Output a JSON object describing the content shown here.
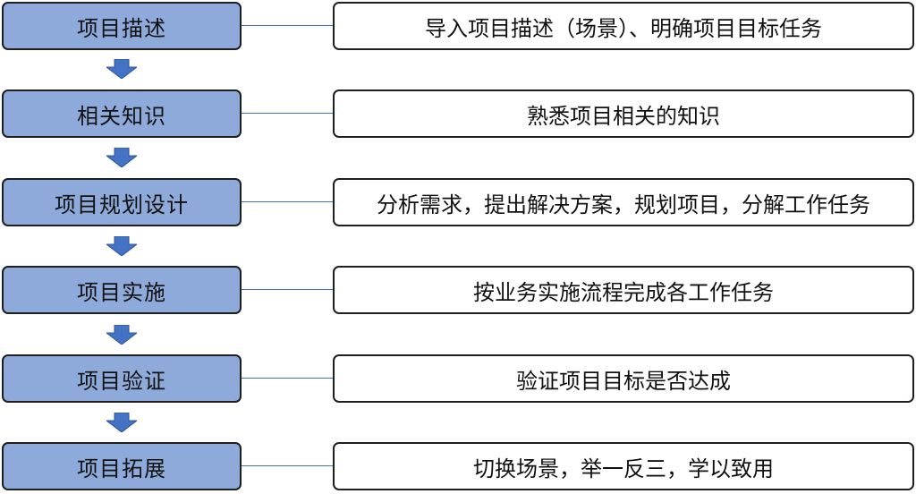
{
  "flow": {
    "steps": [
      {
        "stage": "项目描述",
        "description": "导入项目描述（场景）、明确项目目标任务"
      },
      {
        "stage": "相关知识",
        "description": "熟悉项目相关的知识"
      },
      {
        "stage": "项目规划设计",
        "description": "分析需求，提出解决方案，规划项目，分解工作任务"
      },
      {
        "stage": "项目实施",
        "description": "按业务实施流程完成各工作任务"
      },
      {
        "stage": "项目验证",
        "description": "验证项目目标是否达成"
      },
      {
        "stage": "项目拓展",
        "description": "切换场景，举一反三，学以致用"
      }
    ]
  },
  "colors": {
    "stage_fill": "#8eaadb",
    "arrow_fill": "#4472c4",
    "connector": "#4472c4",
    "border": "#1f1f1f"
  },
  "icons": {
    "step_arrow": "down-arrow-icon"
  }
}
